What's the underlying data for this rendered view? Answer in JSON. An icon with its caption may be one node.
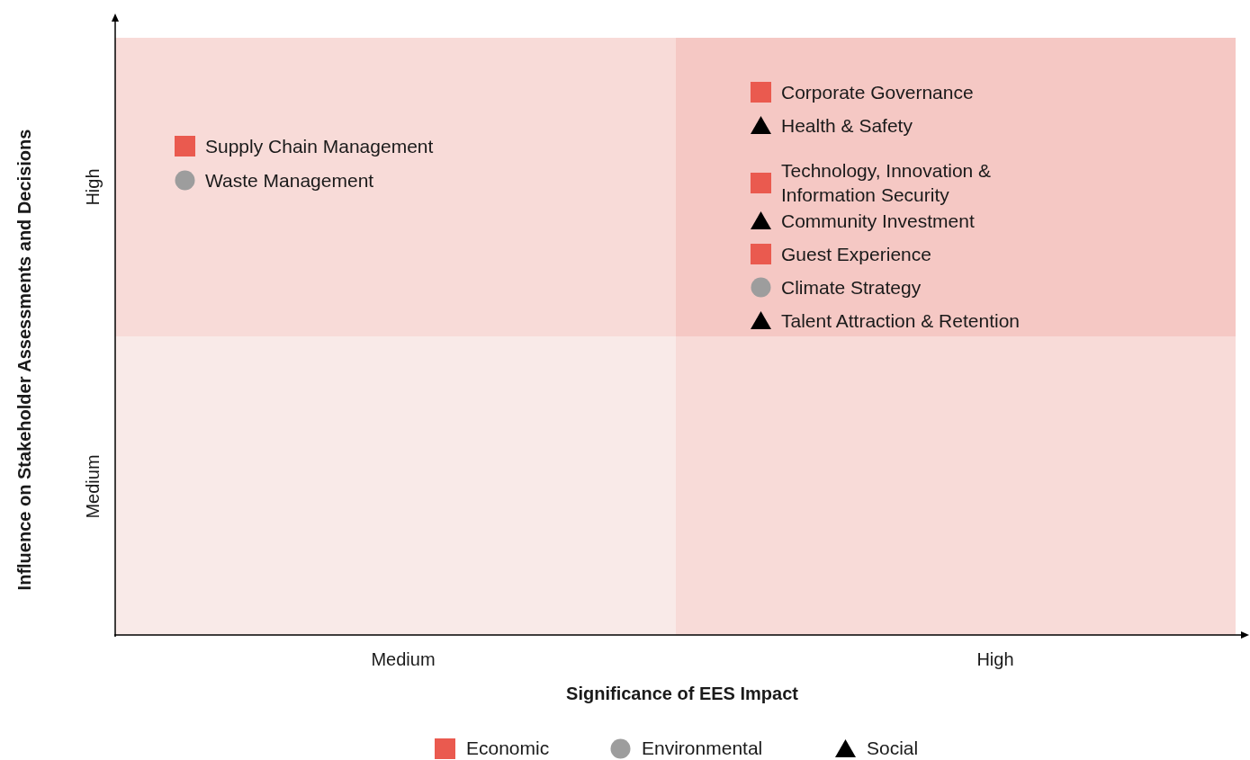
{
  "diagram": {
    "nodes": [
      {
        "text": [],
        "shape": "box"
      },
      {
        "text": [],
        "shape": "box"
      },
      {
        "text": [],
        "shape": "box"
      },
      {
        "text": [],
        "shape": "box"
      },
      {
        "text": [
          "Supply Chain Management"
        ],
        "in": 0
      },
      {
        "text": [
          "Waste Management"
        ],
        "in": 0
      },
      {
        "text": [
          "Corporate Governance"
        ],
        "in": 1
      },
      {
        "text": [
          "Health & Safety"
        ],
        "in": 1
      },
      {
        "text": [
          "Technology, Innovation & Information Security"
        ],
        "in": 1
      },
      {
        "text": [
          "Community Investment"
        ],
        "in": 1
      },
      {
        "text": [
          "Guest Experience"
        ],
        "in": 1
      },
      {
        "text": [
          "Climate Strategy"
        ],
        "in": 1
      },
      {
        "text": [
          "Talent Attraction & Retention"
        ],
        "in": 1
      }
    ],
    "edges": [],
    "labels": [
      "Influence on Stakeholder Assessments and Decisions",
      "High",
      "Medium",
      "Medium",
      "High",
      "Significance of EES Impact"
    ],
    "legend": [
      {
        "text": "Economic",
        "color": "#ea5a4f"
      },
      {
        "text": "Environmental",
        "color": "#9d9d9d"
      },
      {
        "text": "Social",
        "color": "#000000"
      }
    ]
  }
}
